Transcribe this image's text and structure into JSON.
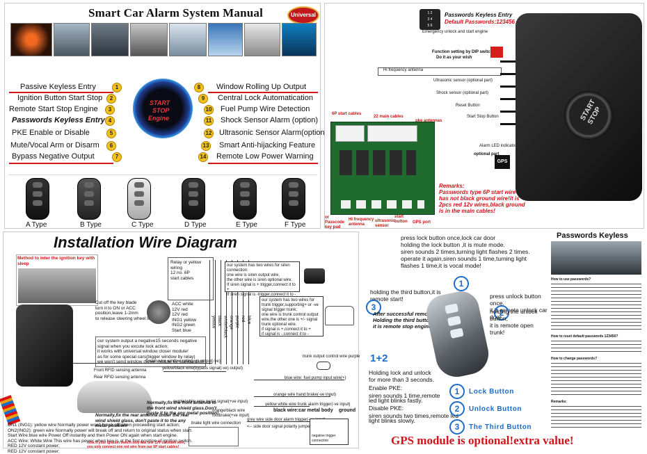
{
  "manual": {
    "title": "Smart Car Alarm System Manual",
    "badge": "Universal",
    "features_left": [
      {
        "n": "1",
        "label": "Passive Keyless Entry"
      },
      {
        "n": "2",
        "label": "Ignition Button Start Stop"
      },
      {
        "n": "3",
        "label": "Remote Start Stop Engine"
      },
      {
        "n": "4",
        "label": "Passwords Keyless Entry"
      },
      {
        "n": "5",
        "label": "PKE Enable or Disable"
      },
      {
        "n": "6",
        "label": "Mute/Vocal Arm or Disarm"
      },
      {
        "n": "7",
        "label": "Bypass Negative Output"
      }
    ],
    "features_right": [
      {
        "n": "8",
        "label": "Window Rolling Up Output"
      },
      {
        "n": "9",
        "label": "Central Lock Automatication"
      },
      {
        "n": "10",
        "label": "Fuel Pump Wire Detection"
      },
      {
        "n": "11",
        "label": "Shock Sensor Alarm (option)"
      },
      {
        "n": "12",
        "label": "Ultrasonic Sensor Alarm(option)"
      },
      {
        "n": "13",
        "label": "Smart Anti-hijacking Feature"
      },
      {
        "n": "14",
        "label": "Remote Low Power Warning"
      }
    ],
    "start_button": [
      "START",
      "STOP",
      "Engine"
    ],
    "remote_types": [
      "A Type",
      "B Type",
      "C Type",
      "D Type",
      "E Type",
      "F Type"
    ]
  },
  "board": {
    "passwords_title": "Passwords Keyless Entry",
    "passwords_default": "Default Passwords:123456",
    "keypad": [
      "1 2",
      "3 4",
      "5 6"
    ],
    "emergency": "Emergency unlock and start engine",
    "dip": "Function setting by DIP switching",
    "dip2": "Do it as your wish",
    "antenna": "Hi frequency antenna",
    "ultrasonic": "Ultrasonic sensor (optional part)",
    "shock": "Shock sensor (optional part)",
    "reset": "Reset Button",
    "start_stop_btn": "Start Stop Button",
    "alarm_led": "Alarm LED indicator light",
    "optional_part": "optional part",
    "gps": "GPS",
    "pcb_labels": [
      "6P start cables",
      "22 main cables",
      "pke antennas"
    ],
    "pcb_bottom": [
      "or Passcode key pad",
      "Hi frequency antenna",
      "ultrasonic sensor",
      "start button",
      "GPS port"
    ],
    "remarks": [
      "Remarks:",
      "Passwords type 6P start wire",
      "has not black ground wire!it is",
      "2pcs red 12v wires,black ground",
      "is in the main cables!"
    ],
    "module_text": [
      "START",
      "STOP"
    ]
  },
  "wiring": {
    "title": "Installation Wire Diagram",
    "method_title": "Method to inter the ignition key with sleep",
    "cutoff": [
      "Cut off the key blade",
      "turn it to ON or ACC",
      "position,leave 1-2mm",
      "to release steering wheel lock."
    ],
    "acc": [
      "ACC white",
      "12V red",
      "12V red",
      "ING1 yellow",
      "ING2 green",
      "Start blue"
    ],
    "neg_signal": [
      "our system output a negative15 seconds negative",
      "signal when you excute lock action;",
      "it works with universal window closer module!",
      "as for some special cars(bigger window by relay)",
      "we won't send window closer module for standard kit!"
    ],
    "green_wire": "Green wire window rolling up output(-ve)",
    "yellow_black": "yellow/black wire(bypass signal(-ve) output)",
    "front_rfid": "Front RFID sensing antenna",
    "rear_rfid": "Rear RFID sensing antenna",
    "front_note": "Normally,fix the front antenna to the front wind shield glass.Don't paste it to the any metal position!",
    "rear_note": "Normally,fix the rear antenna under the rear wind shield glass, don't paste it to the any metal position!",
    "conn_a": [
      "our system has two wires for siren connection:",
      "one wire is siren output wire,",
      "the other wire is siren optional wire.",
      "",
      "If siren signal is + trigger,connect it to +",
      "If siren signal is -trigger,connect it to -"
    ],
    "conn_b": [
      "our system has two wires for",
      "trunk trigger,supporting+ or -ve",
      "signal trigger trunk;",
      "",
      "one wire is trunk control output",
      "wire,the other one is +/- signal",
      "trunk optional wire.",
      "if signal is +,connect it to +",
      "if signal is -,connect it to -"
    ],
    "wire_names": [
      "yellow",
      "black",
      "white/black",
      "orange",
      "purple",
      "red",
      "blue"
    ],
    "trunk_output": "trunk output control wire purple wire",
    "blue_wire": "blue wire: fuel pump input wire(+)",
    "orange_wire": "orange wire hand brake(-ve input)",
    "yellow_white": "yellow white wire trunk alarm trigger(-ve input)",
    "black_ground": "black wire:car metal body",
    "ground": "ground",
    "grey_wire": "grey wire side door alarm trigger(-ve input)",
    "door_alarm": "<-- side door signal polarity jumper setting",
    "neg_trigger": "negative trigger connection",
    "brake_light": "brake light wire connection",
    "footbrake": "footbrake(+ve input)",
    "orange_black": "orange/black wire",
    "purple_white": "purple/white wire pedal signal(+ve input)",
    "bottom_notes": [
      "ON1 (ING1): yellow wire     Normally power won't break off when proceeding start action;",
      "ON2(ING2): green wire  Normally power will break off and return to original status when start.",
      "Start Wire:blue wire     Power Off instantly and then Power ON again when start engine.",
      "ACC Wire: White Wire  This wire has power when key is at the first position of ignition switch.",
      "RED 12V constant power;",
      "RED 12V constant power;"
    ],
    "small_note": [
      "note:if your ignition switch only has one 12V constant wire,",
      "you only connect one red wire from our 6P start cables!"
    ],
    "relay_box": [
      "Relay or yellow",
      "wiring",
      "12 no. 6P",
      "start cables"
    ]
  },
  "remote_guide": {
    "mute_text": [
      "press  lock  button once,lock car door",
      "holding the  lock  button ,it is mute mode.",
      "siren sounds 2 times,turning light flashes 2 times.",
      "operate it again,siren sounds 1 time,turning light",
      "flashes 1 time,it is vocal mode!"
    ],
    "third_button": [
      "holding the third button,it is",
      "remote start!"
    ],
    "after_start": [
      "After successful remote start,",
      "Holding the third button again",
      "it is remote stop engine!"
    ],
    "unlock_text": [
      "press unlock button once,",
      "it is remote unlock car door"
    ],
    "trunk_text": [
      "holding the unlock button,",
      "it is remote open trunk!"
    ],
    "combo": "1+2",
    "combo_text": [
      "Holding lock and unlock",
      "for more than 3 seconds."
    ],
    "enable": [
      "Enable PKE:",
      "",
      "siren sounds 1 time,remote",
      "led light blinks fastly.",
      "",
      "Disable PKE:",
      "",
      "siren sounds two times,remote led",
      "light blinks slowly."
    ],
    "buttons": [
      {
        "n": "1",
        "label": "Lock Button"
      },
      {
        "n": "2",
        "label": "Unlock Button"
      },
      {
        "n": "3",
        "label": "The Third Button"
      }
    ],
    "gps_banner": "GPS module is optional!extra value!"
  },
  "passwords_panel": {
    "title": "Passwords Keyless",
    "heading1": "How to use passwords?",
    "heading2": "How to reset default passwords 123456?",
    "heading3": "How to change passwords?",
    "heading4": "Remarks:"
  },
  "colors": {
    "red": "#d3121a",
    "blue": "#1c6bc8",
    "yellow": "#f4c21c"
  }
}
